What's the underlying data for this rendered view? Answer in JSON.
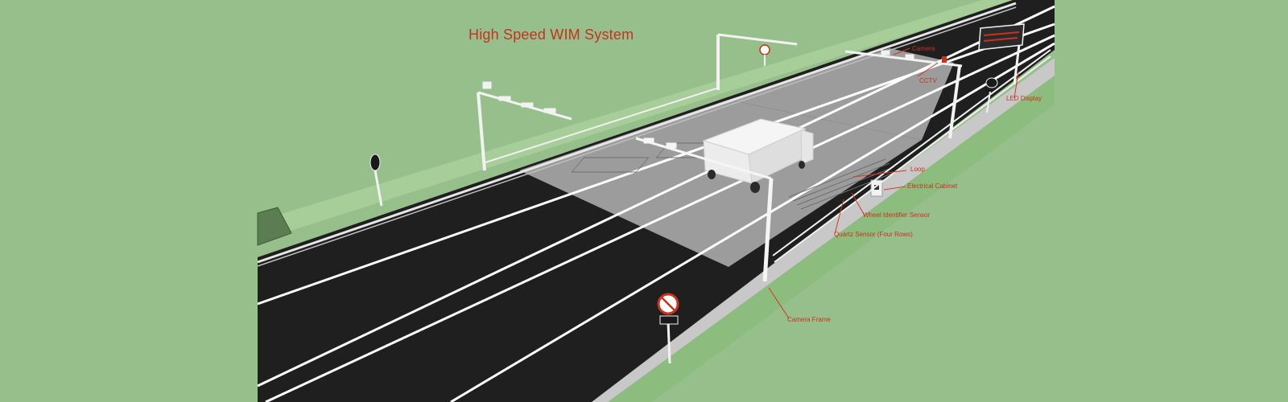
{
  "title": "High Speed WIM System",
  "labels": {
    "camera": "Camera",
    "cctv": "CCTV",
    "led_display": "LED Display",
    "loop": "Loop",
    "electrical_cabinet": "Electrical Cabinet",
    "wheel_identifier_sensor": "Wheel Identifier Sensor",
    "quartz_sensor": "Quartz Sensor (Four Rows)",
    "camera_frame": "Camera Frame"
  },
  "colors": {
    "background": "#97bf8c",
    "asphalt": "#1f1f1f",
    "weigh_zone": "#9c9c9c",
    "lane_marking": "#ffffff",
    "shoulder": "#d8d8d8",
    "label_text": "#c8321e",
    "leader_line": "#d23a24"
  },
  "icons": [
    "no-pedestrian-sign-icon",
    "speed-limit-sign-icon",
    "direction-sign-icon",
    "truck-icon",
    "led-display-board-icon",
    "electrical-cabinet-icon"
  ]
}
